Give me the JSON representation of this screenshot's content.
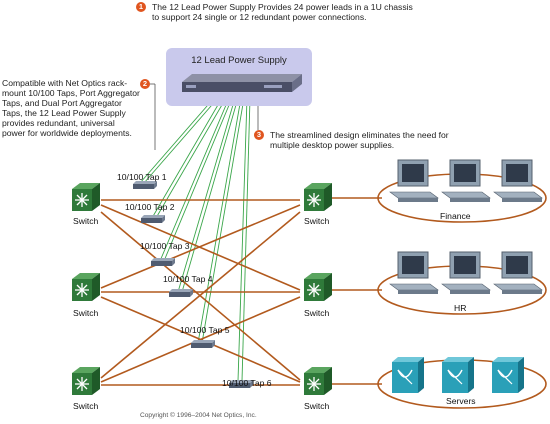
{
  "callouts": {
    "one": {
      "num": "1",
      "text": "The 12 Lead Power Supply Provides 24 power leads in a 1U chassis to support 24 single or 12 redundant power connections."
    },
    "two": {
      "num": "2",
      "text": "Compatible with Net Optics rack-mount 10/100 Taps, Port Aggregator Taps, and Dual Port Aggregator Taps, the 12 Lead Power Supply provides redundant, universal power for worldwide deployments."
    },
    "three": {
      "num": "3",
      "text": "The streamlined design eliminates the need for multiple desktop power supplies."
    }
  },
  "power_supply": {
    "label": "12 Lead Power Supply"
  },
  "switches": {
    "left": [
      "Switch",
      "Switch",
      "Switch"
    ],
    "right": [
      "Switch",
      "Switch",
      "Switch"
    ]
  },
  "taps": [
    "10/100 Tap 1",
    "10/100 Tap 2",
    "10/100 Tap 3",
    "10/100 Tap 4",
    "10/100 Tap 5",
    "10/100 Tap 6"
  ],
  "groups": {
    "finance": "Finance",
    "hr": "HR",
    "servers": "Servers"
  },
  "copyright": "Copyright © 1996–2004 Net Optics, Inc.",
  "colors": {
    "link": "#b25a1e",
    "power_lead": "#3aa64a",
    "switch": "#2f7a3a",
    "badge": "#e0551f",
    "ps_box": "#c9c9ec",
    "server": "#2aa0b8"
  }
}
